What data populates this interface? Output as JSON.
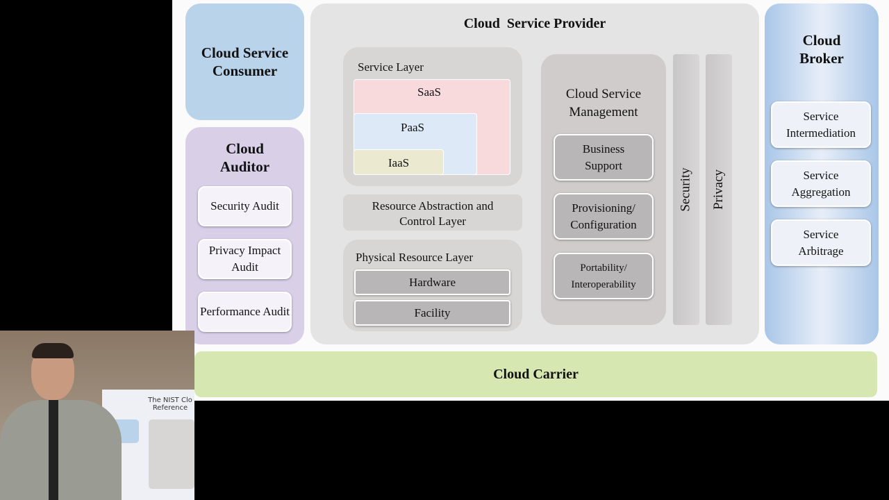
{
  "consumer": {
    "title": "Cloud Service Consumer"
  },
  "auditor": {
    "title": "Cloud Auditor",
    "items": [
      "Security Audit",
      "Privacy Impact Audit",
      "Performance Audit"
    ]
  },
  "provider": {
    "title": "Cloud  Service Provider",
    "service_layer": {
      "title": "Service Layer",
      "saas": "SaaS",
      "paas": "PaaS",
      "iaas": "IaaS"
    },
    "resource_abstraction": "Resource Abstraction and Control Layer",
    "physical": {
      "title": "Physical Resource Layer",
      "hardware": "Hardware",
      "facility": "Facility"
    },
    "management": {
      "title": "Cloud Service Management",
      "items": [
        "Business Support",
        "Provisioning/ Configuration",
        "Portability/ Interoperability"
      ]
    },
    "security": "Security",
    "privacy": "Privacy"
  },
  "broker": {
    "title": "Cloud Broker",
    "items": [
      "Service Intermediation",
      "Service Aggregation",
      "Service Arbitrage"
    ]
  },
  "carrier": {
    "title": "Cloud Carrier"
  },
  "webcam": {
    "slide_title": "The NIST Clo Reference"
  },
  "colors": {
    "consumer": "#b8d3ea",
    "auditor": "#d9d0e8",
    "provider": "#e5e4e4",
    "carrier": "#d6e7b2",
    "saas": "#f8d9dc",
    "paas": "#dde9f6",
    "iaas": "#ebead0"
  }
}
